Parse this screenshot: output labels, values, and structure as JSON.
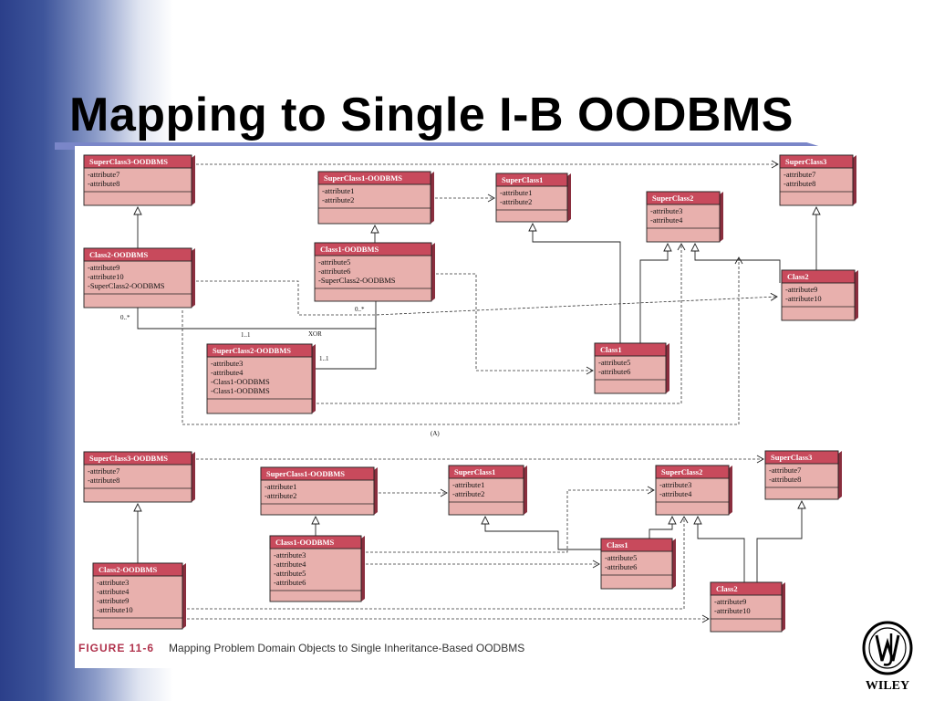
{
  "slide": {
    "title": "Mapping to Single I-B OODBMS",
    "caption_label": "FIGURE 11-6",
    "caption_text": "Mapping Problem Domain Objects to Single Inheritance-Based OODBMS",
    "publisher": "WILEY",
    "accent_color": "#2b3f8a",
    "class_header_color": "#c84a5c",
    "class_body_color": "#e8b0ad"
  },
  "diagram_a": {
    "label": "(A)",
    "classes": [
      {
        "name": "SuperClass3-OODBMS",
        "attributes": [
          "-attribute7",
          "-attribute8"
        ]
      },
      {
        "name": "SuperClass1-OODBMS",
        "attributes": [
          "-attribute1",
          "-attribute2"
        ]
      },
      {
        "name": "SuperClass1",
        "attributes": [
          "-attribute1",
          "-attribute2"
        ]
      },
      {
        "name": "SuperClass2",
        "attributes": [
          "-attribute3",
          "-attribute4"
        ]
      },
      {
        "name": "SuperClass3",
        "attributes": [
          "-attribute7",
          "-attribute8"
        ]
      },
      {
        "name": "Class2-OODBMS",
        "attributes": [
          "-attribute9",
          "-attribute10",
          "-SuperClass2-OODBMS"
        ]
      },
      {
        "name": "Class1-OODBMS",
        "attributes": [
          "-attribute5",
          "-attribute6",
          "-SuperClass2-OODBMS"
        ]
      },
      {
        "name": "Class2",
        "attributes": [
          "-attribute9",
          "-attribute10"
        ]
      },
      {
        "name": "SuperClass2-OODBMS",
        "attributes": [
          "-attribute3",
          "-attribute4",
          "-Class1-OODBMS",
          "-Class1-OODBMS"
        ]
      },
      {
        "name": "Class1",
        "attributes": [
          "-attribute5",
          "-attribute6"
        ]
      }
    ],
    "multiplicities": [
      "0..*",
      "0..*",
      "1..1",
      "1..1"
    ],
    "constraint": "XOR"
  },
  "diagram_b": {
    "classes": [
      {
        "name": "SuperClass3-OODBMS",
        "attributes": [
          "-attribute7",
          "-attribute8"
        ]
      },
      {
        "name": "SuperClass1-OODBMS",
        "attributes": [
          "-attribute1",
          "-attribute2"
        ]
      },
      {
        "name": "SuperClass1",
        "attributes": [
          "-attribute1",
          "-attribute2"
        ]
      },
      {
        "name": "SuperClass2",
        "attributes": [
          "-attribute3",
          "-attribute4"
        ]
      },
      {
        "name": "SuperClass3",
        "attributes": [
          "-attribute7",
          "-attribute8"
        ]
      },
      {
        "name": "Class1-OODBMS",
        "attributes": [
          "-attribute3",
          "-attribute4",
          "-attribute5",
          "-attribute6"
        ]
      },
      {
        "name": "Class1",
        "attributes": [
          "-attribute5",
          "-attribute6"
        ]
      },
      {
        "name": "Class2-OODBMS",
        "attributes": [
          "-attribute3",
          "-attribute4",
          "-attribute9",
          "-attribute10"
        ]
      },
      {
        "name": "Class2",
        "attributes": [
          "-attribute9",
          "-attribute10"
        ]
      }
    ]
  }
}
